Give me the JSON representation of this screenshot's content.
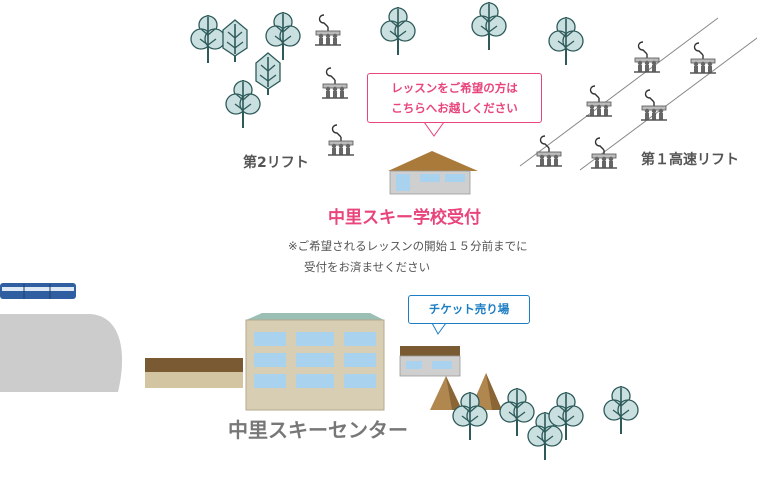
{
  "labels": {
    "lift2": "第2リフト",
    "lift1": "第１高速リフト",
    "school_title": "中里スキー学校受付",
    "note_line1": "※ご希望されるレッスンの開始１５分前までに",
    "note_line2": "受付をお済ませください",
    "center": "中里スキーセンター"
  },
  "bubbles": {
    "lesson_line1": "レッスンをご希望の方は",
    "lesson_line2": "こちらへお越しください",
    "ticket": "チケット売り場"
  },
  "colors": {
    "accent_pink": "#e8457c",
    "accent_blue": "#1b7dc4",
    "tree_fill": "#c9dfe0",
    "tree_stroke": "#2e5a5a",
    "roof_brown": "#a97a3a",
    "building_window": "#a9d2ee",
    "train_blue": "#2f5fa0",
    "slope_gray": "#cccccc"
  },
  "icons": [
    "tree-icon",
    "lift-chair-icon",
    "train-icon",
    "building-icon",
    "tent-icon"
  ]
}
